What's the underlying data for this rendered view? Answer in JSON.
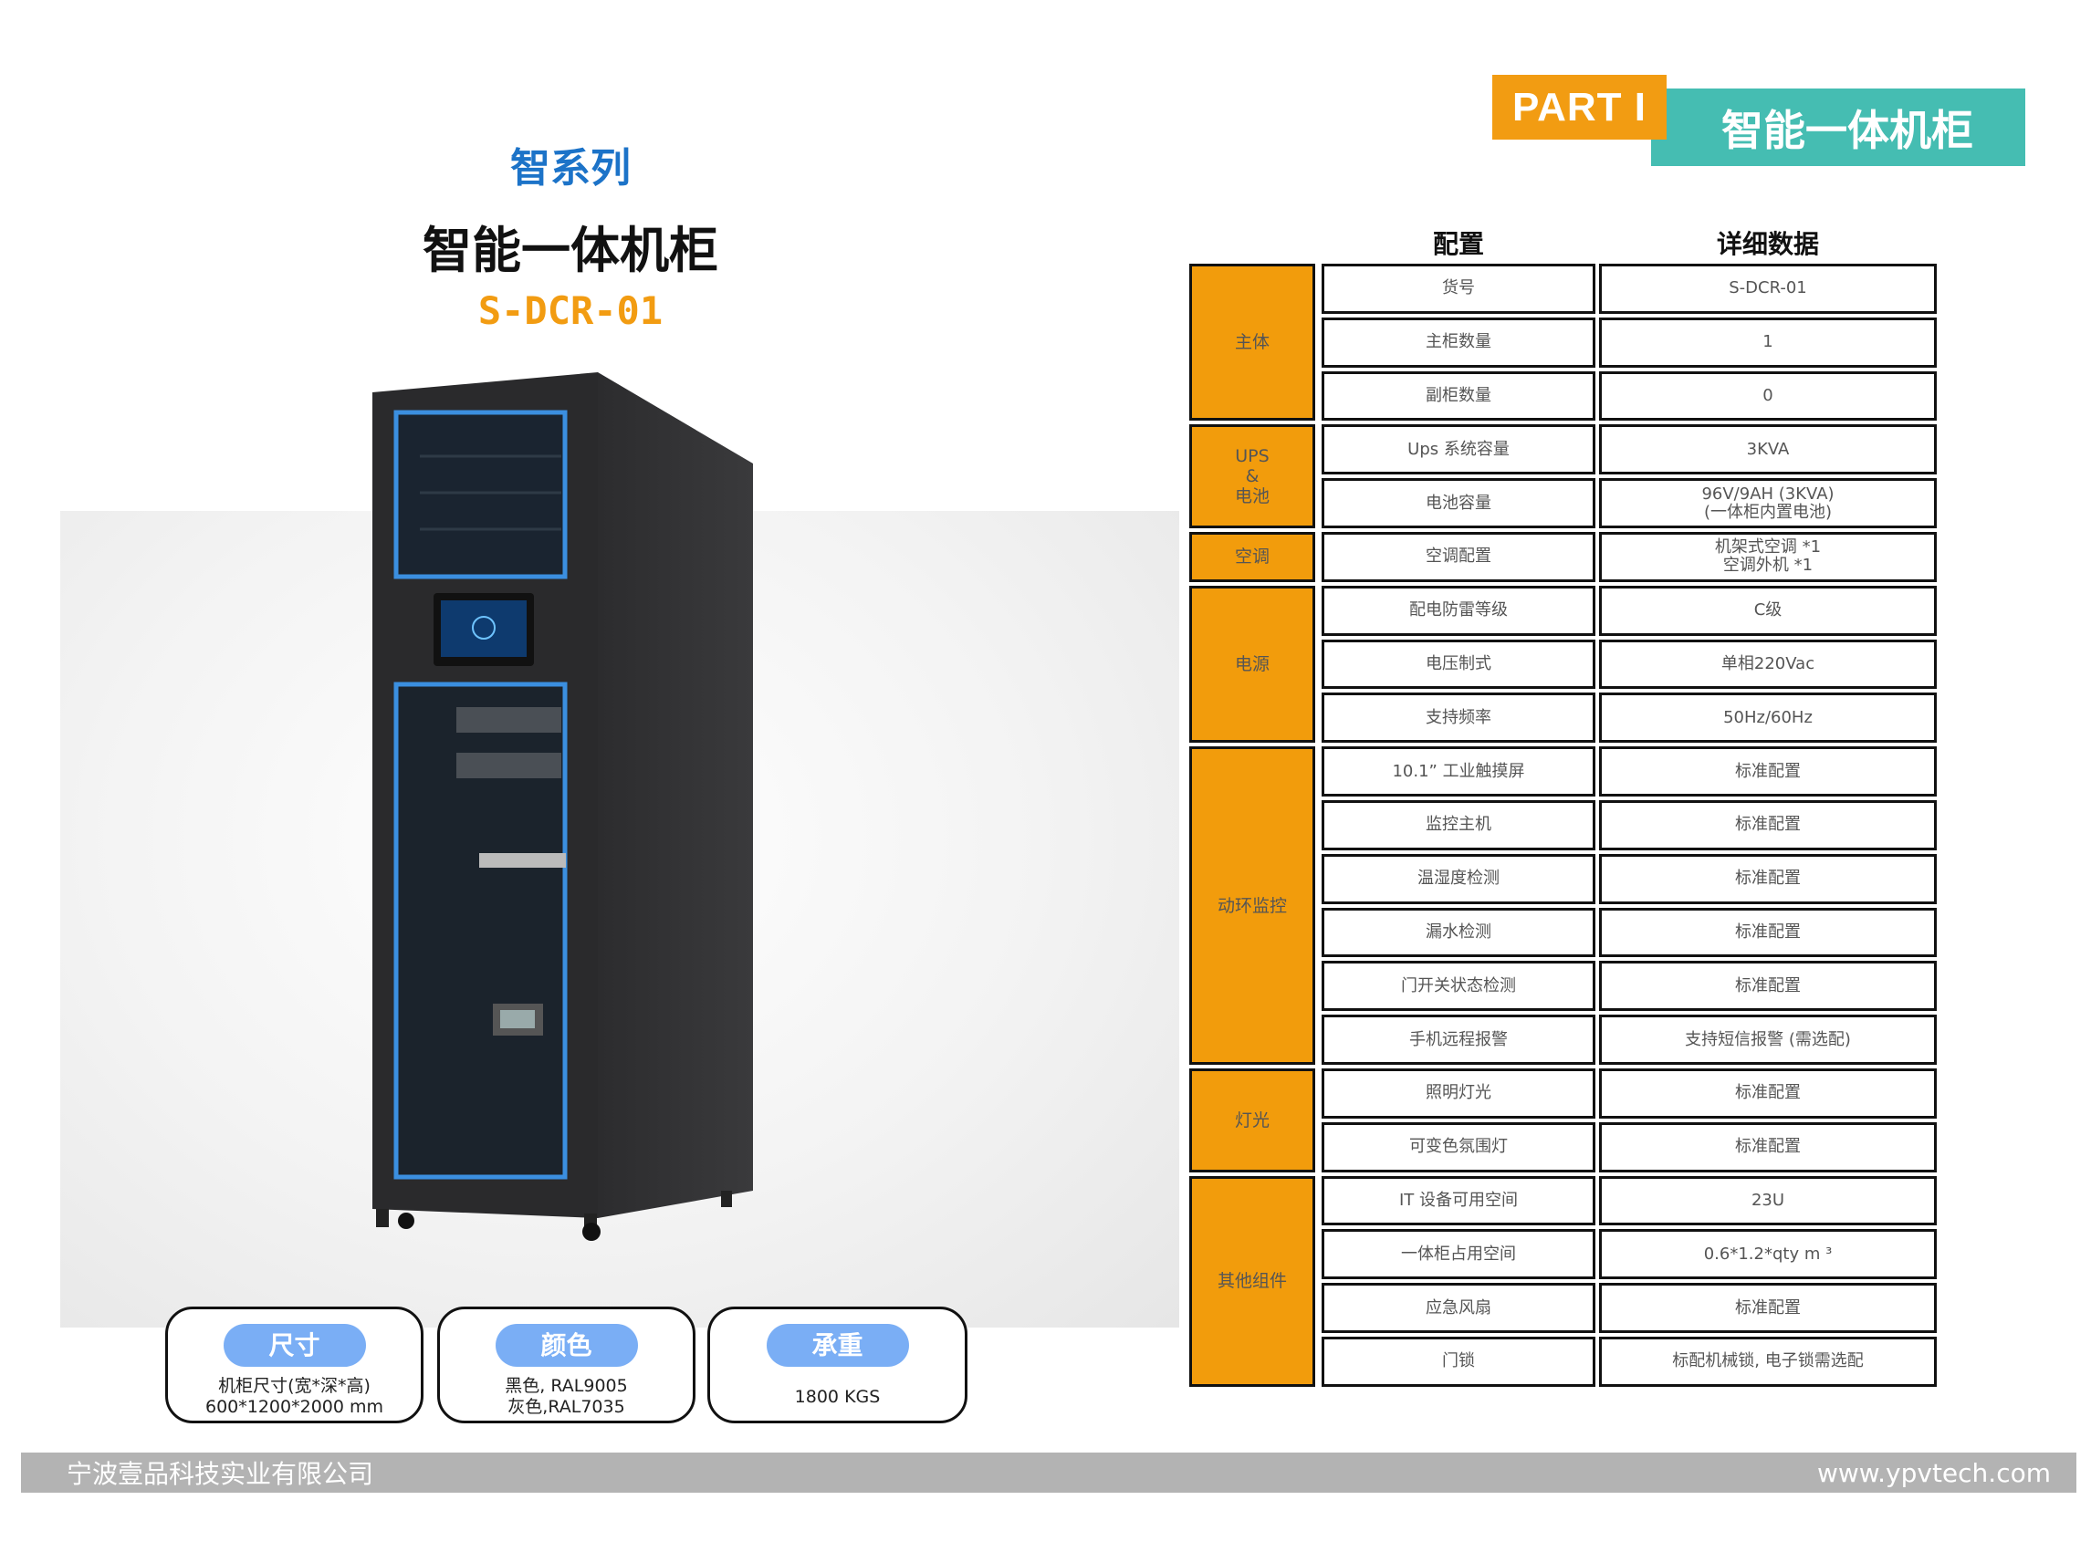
{
  "badge": {
    "part": "PART I",
    "section": "智能一体机柜"
  },
  "hero": {
    "series": "智系列",
    "product": "智能一体机柜",
    "model": "S-DCR-01"
  },
  "cards": [
    {
      "title": "尺寸",
      "lines": [
        "机柜尺寸(宽*深*高)",
        "600*1200*2000 mm"
      ]
    },
    {
      "title": "颜色",
      "lines": [
        "黑色, RAL9005",
        "灰色,RAL7035"
      ]
    },
    {
      "title": "承重",
      "lines": [
        "1800 KGS"
      ]
    }
  ],
  "table": {
    "headers": [
      "配置",
      "详细数据"
    ],
    "groups": [
      {
        "name": "主体",
        "rows": [
          [
            "货号",
            "S-DCR-01"
          ],
          [
            "主柜数量",
            "1"
          ],
          [
            "副柜数量",
            "0"
          ]
        ]
      },
      {
        "name": "UPS\n&\n电池",
        "rows": [
          [
            "Ups 系统容量",
            "3KVA"
          ],
          [
            "电池容量",
            "96V/9AH (3KVA)\n(一体柜内置电池)"
          ]
        ]
      },
      {
        "name": "空调",
        "rows": [
          [
            "空调配置",
            "机架式空调 *1\n空调外机 *1"
          ]
        ]
      },
      {
        "name": "电源",
        "rows": [
          [
            "配电防雷等级",
            "C级"
          ],
          [
            "电压制式",
            "单相220Vac"
          ],
          [
            "支持频率",
            "50Hz/60Hz"
          ]
        ]
      },
      {
        "name": "动环监控",
        "rows": [
          [
            "10.1” 工业触摸屏",
            "标准配置"
          ],
          [
            "监控主机",
            "标准配置"
          ],
          [
            "温湿度检测",
            "标准配置"
          ],
          [
            "漏水检测",
            "标准配置"
          ],
          [
            "门开关状态检测",
            "标准配置"
          ],
          [
            "手机远程报警",
            "支持短信报警 (需选配)"
          ]
        ]
      },
      {
        "name": "灯光",
        "rows": [
          [
            "照明灯光",
            "标准配置"
          ],
          [
            "可变色氛围灯",
            "标准配置"
          ]
        ]
      },
      {
        "name": "其他组件",
        "rows": [
          [
            "IT 设备可用空间",
            "23U"
          ],
          [
            "一体柜占用空间",
            "0.6*1.2*qty m ³"
          ],
          [
            "应急风扇",
            "标准配置"
          ],
          [
            "门锁",
            "标配机械锁, 电子锁需选配"
          ]
        ]
      }
    ]
  },
  "footer": {
    "company": "宁波壹品科技实业有限公司",
    "website": "www.ypvtech.com"
  },
  "colors": {
    "orange": "#f29c0c",
    "teal": "#45bdb2",
    "blue": "#1c73c8",
    "pill": "#7aaef5"
  }
}
